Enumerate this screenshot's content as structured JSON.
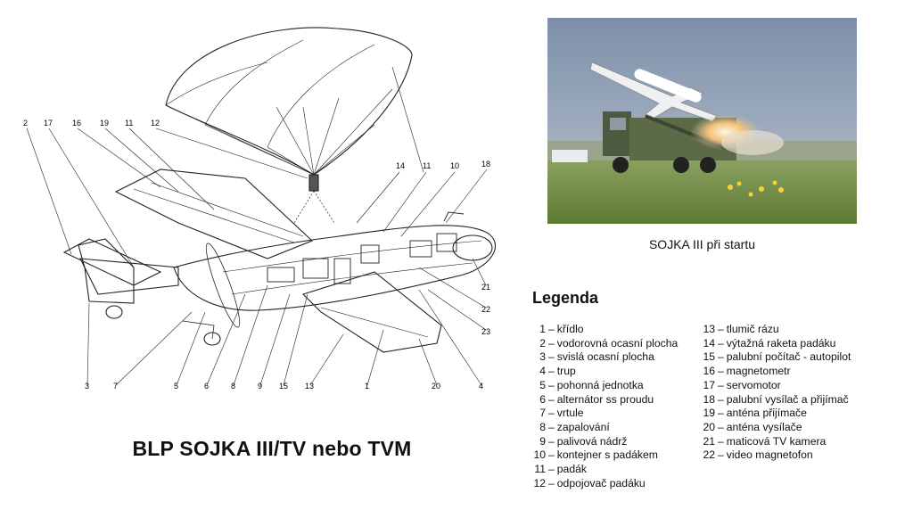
{
  "title": "BLP SOJKA III/TV nebo TVM",
  "photo": {
    "caption": "SOJKA III při startu"
  },
  "legend": {
    "title": "Legenda",
    "items": [
      {
        "num": "1",
        "label": "křídlo"
      },
      {
        "num": "2",
        "label": "vodorovná ocasní plocha"
      },
      {
        "num": "3",
        "label": "svislá ocasní plocha"
      },
      {
        "num": "4",
        "label": "trup"
      },
      {
        "num": "5",
        "label": "pohonná jednotka"
      },
      {
        "num": "6",
        "label": "alternátor ss proudu"
      },
      {
        "num": "7",
        "label": "vrtule"
      },
      {
        "num": "8",
        "label": "zapalování"
      },
      {
        "num": "9",
        "label": "palivová nádrž"
      },
      {
        "num": "10",
        "label": "kontejner s padákem"
      },
      {
        "num": "11",
        "label": "padák"
      },
      {
        "num": "12",
        "label": "odpojovač padáku"
      },
      {
        "num": "13",
        "label": "tlumič rázu"
      },
      {
        "num": "14",
        "label": "výtažná raketa padáku"
      },
      {
        "num": "15",
        "label": "palubní počítač - autopilot"
      },
      {
        "num": "16",
        "label": "magnetometr"
      },
      {
        "num": "17",
        "label": "servomotor"
      },
      {
        "num": "18",
        "label": "palubní vysílač a přijímač"
      },
      {
        "num": "19",
        "label": "anténa přijímače"
      },
      {
        "num": "20",
        "label": "anténa vysílače"
      },
      {
        "num": "21",
        "label": "maticová TV kamera"
      },
      {
        "num": "22",
        "label": "video magnetofon"
      }
    ]
  },
  "callouts": {
    "c1": "1",
    "c2": "2",
    "c3": "3",
    "c4": "4",
    "c5": "5",
    "c6": "6",
    "c7": "7",
    "c8": "8",
    "c9": "9",
    "c10": "10",
    "c11a": "11",
    "c11b": "11",
    "c12": "12",
    "c13": "13",
    "c14": "14",
    "c15": "15",
    "c16": "16",
    "c17": "17",
    "c18": "18",
    "c19": "19",
    "c20": "20",
    "c21": "21",
    "c22": "22",
    "c23": "23"
  }
}
